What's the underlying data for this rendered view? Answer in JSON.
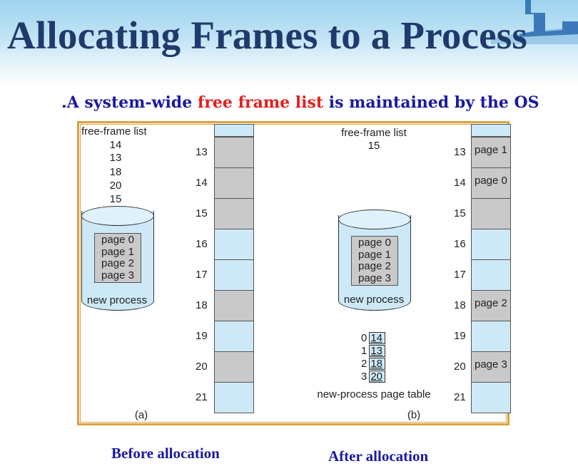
{
  "header": {
    "title": "Allocating Frames to a Process",
    "subtitle_prefix": ".A system-wide ",
    "subtitle_highlight": "free frame list",
    "subtitle_suffix": " is maintained by the OS"
  },
  "colors": {
    "title": "#1f3a6b",
    "subtitle": "#1a1aa0",
    "highlight": "#e02020",
    "free_frame": "#cde9f7",
    "used_frame": "#c9c9c9",
    "border": "#d9a23e"
  },
  "before": {
    "free_list_label": "free-frame list",
    "free_list": [
      "14",
      "13",
      "18",
      "20",
      "15"
    ],
    "process_pages": [
      "page 0",
      "page 1",
      "page 2",
      "page 3"
    ],
    "process_label": "new process",
    "frames": [
      {
        "num": "13",
        "state": "used",
        "label": ""
      },
      {
        "num": "14",
        "state": "used",
        "label": ""
      },
      {
        "num": "15",
        "state": "used",
        "label": ""
      },
      {
        "num": "16",
        "state": "free",
        "label": ""
      },
      {
        "num": "17",
        "state": "free",
        "label": ""
      },
      {
        "num": "18",
        "state": "used",
        "label": ""
      },
      {
        "num": "19",
        "state": "free",
        "label": ""
      },
      {
        "num": "20",
        "state": "used",
        "label": ""
      },
      {
        "num": "21",
        "state": "free",
        "label": ""
      }
    ],
    "panel_label": "(a)",
    "caption": "Before allocation"
  },
  "after": {
    "free_list_label": "free-frame list",
    "free_list": [
      "15"
    ],
    "process_pages": [
      "page 0",
      "page 1",
      "page 2",
      "page 3"
    ],
    "process_label": "new process",
    "page_table": [
      {
        "page": "0",
        "frame": "14"
      },
      {
        "page": "1",
        "frame": "13"
      },
      {
        "page": "2",
        "frame": "18"
      },
      {
        "page": "3",
        "frame": "20"
      }
    ],
    "page_table_label": "new-process page table",
    "frames": [
      {
        "num": "13",
        "state": "used",
        "label": "page 1"
      },
      {
        "num": "14",
        "state": "used",
        "label": "page 0"
      },
      {
        "num": "15",
        "state": "used",
        "label": ""
      },
      {
        "num": "16",
        "state": "free",
        "label": ""
      },
      {
        "num": "17",
        "state": "free",
        "label": ""
      },
      {
        "num": "18",
        "state": "used",
        "label": "page 2"
      },
      {
        "num": "19",
        "state": "free",
        "label": ""
      },
      {
        "num": "20",
        "state": "used",
        "label": "page 3"
      },
      {
        "num": "21",
        "state": "free",
        "label": ""
      }
    ],
    "panel_label": "(b)",
    "caption": "After allocation"
  }
}
